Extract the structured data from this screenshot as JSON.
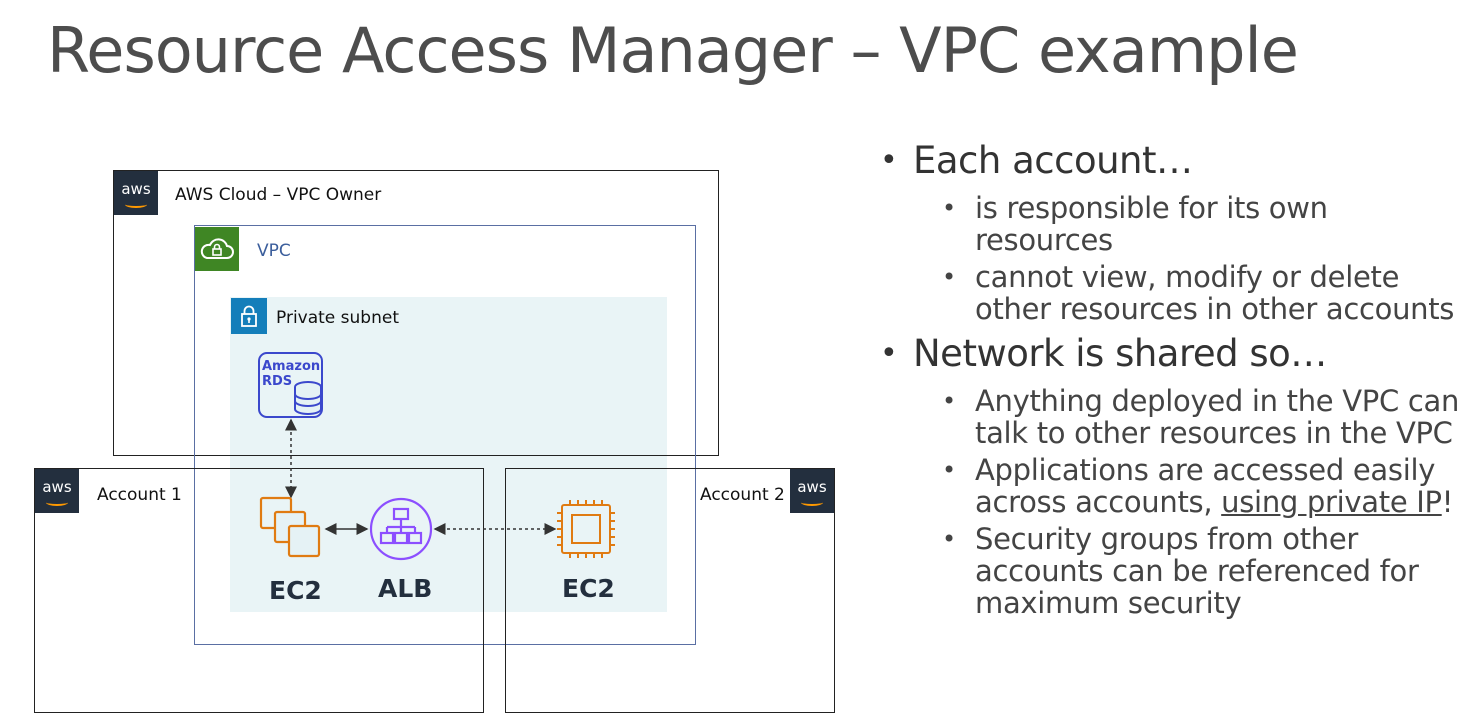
{
  "title": "Resource Access Manager – VPC example",
  "diagram": {
    "aws_logo_text": "aws",
    "cloud_label": "AWS Cloud – VPC Owner",
    "vpc_label": "VPC",
    "subnet_label": "Private subnet",
    "rds_label_line1": "Amazon",
    "rds_label_line2": "RDS",
    "account1_label": "Account 1",
    "account2_label": "Account 2",
    "ec2_left_label": "EC2",
    "alb_label": "ALB",
    "ec2_right_label": "EC2"
  },
  "bullets": {
    "b1": "Each account…",
    "b1_1": "is responsible for its own resources",
    "b1_2": "cannot view, modify or delete other resources in other accounts",
    "b2": "Network is shared so…",
    "b2_1": "Anything deployed in the VPC can talk to other resources in the VPC",
    "b2_2_pre": "Applications are accessed easily across accounts, ",
    "b2_2_link": "using private IP",
    "b2_2_post": "!",
    "b2_3": "Security groups from other accounts can be referenced for maximum security"
  },
  "colors": {
    "aws_dark": "#232f3e",
    "aws_orange": "#ff9900",
    "vpc_green": "#3f8624",
    "subnet_blue": "#147eba",
    "rds_blue": "#3b48cc",
    "alb_purple": "#8c4fff",
    "ec2_orange": "#e07b12"
  }
}
